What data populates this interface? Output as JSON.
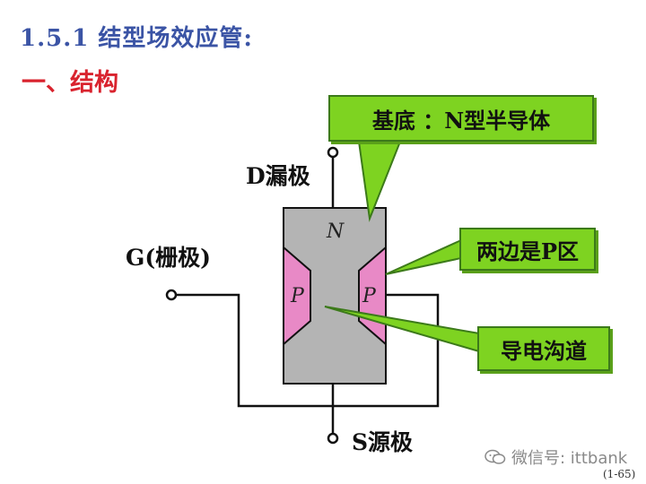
{
  "title": "1.5.1 结型场效应管:",
  "subtitle": "一、结构",
  "callouts": {
    "substrate": "基底 ：N型半导体",
    "p_regions": "两边是P区",
    "channel": "导电沟道"
  },
  "terminals": {
    "drain": "D漏极",
    "gate": "G(栅极)",
    "source": "S源极"
  },
  "regions": {
    "n": "N",
    "p_left": "P",
    "p_right": "P"
  },
  "watermark": "微信号: ittbank",
  "page_number": "(1-65)",
  "colors": {
    "title": "#3b54a5",
    "subtitle": "#d9232e",
    "callout": "#7ed321",
    "n_region": "#b4b4b4",
    "p_region": "#e889c6"
  },
  "icons": {
    "watermark_logo": "wechat-icon"
  }
}
